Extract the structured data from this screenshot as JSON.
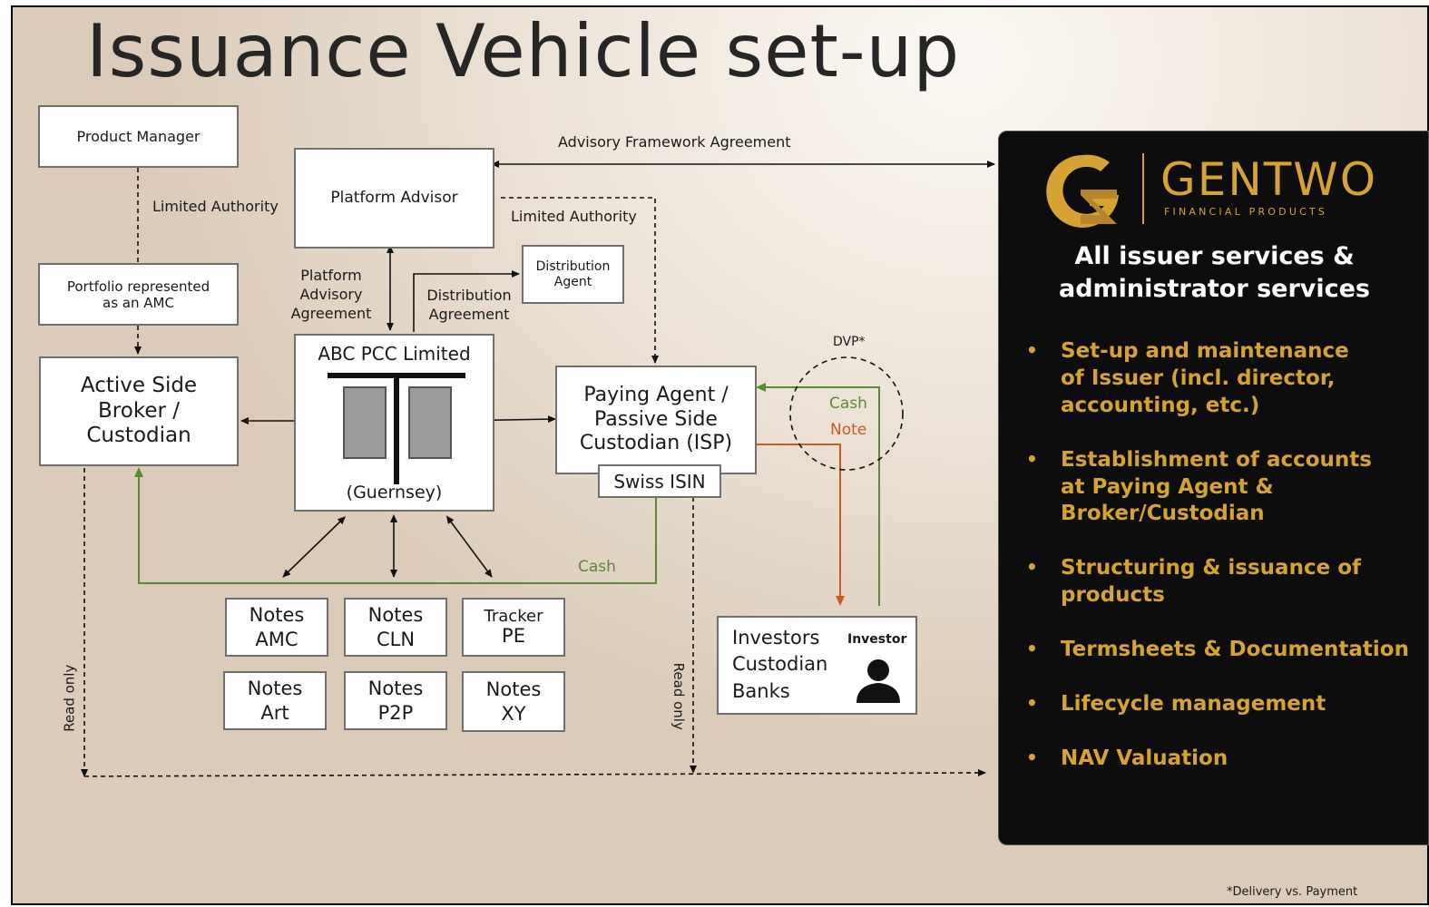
{
  "title": "Issuance Vehicle set-up",
  "nodes": {
    "product_manager": "Product Manager",
    "portfolio": [
      "Portfolio represented",
      "as an AMC"
    ],
    "active_side": [
      "Active Side",
      "Broker /",
      "Custodian"
    ],
    "platform_advisor": "Platform Advisor",
    "distribution_agent": [
      "Distribution",
      "Agent"
    ],
    "abc_pcc": "ABC PCC Limited",
    "guernsey": "(Guernsey)",
    "paying_agent": [
      "Paying Agent /",
      "Passive Side",
      "Custodian (ISP)"
    ],
    "swiss_isin": "Swiss ISIN",
    "notes_amc": [
      "Notes",
      "AMC"
    ],
    "notes_cln": [
      "Notes",
      "CLN"
    ],
    "tracker_pe": [
      "Tracker",
      "PE"
    ],
    "notes_art": [
      "Notes",
      "Art"
    ],
    "notes_p2p": [
      "Notes",
      "P2P"
    ],
    "notes_xy": [
      "Notes",
      "XY"
    ],
    "investors": [
      "Investors",
      "Custodian",
      "Banks"
    ],
    "investor_label": "Investor"
  },
  "edge_labels": {
    "advisory_framework": "Advisory Framework Agreement",
    "limited_authority_left": "Limited Authority",
    "limited_authority_right": "Limited Authority",
    "platform_advisory": [
      "Platform",
      "Advisory",
      "Agreement"
    ],
    "distribution_agreement": [
      "Distribution",
      "Agreement"
    ],
    "dvp": "DVP*",
    "cash_right": "Cash",
    "note_right": "Note",
    "cash_bottom": "Cash",
    "read_only_left": "Read only",
    "read_only_right": "Read only"
  },
  "panel": {
    "brand_name": "GENTWO",
    "brand_sub": "FINANCIAL PRODUCTS",
    "heading": [
      "All issuer services &",
      "administrator services"
    ],
    "services": [
      [
        "Set-up and maintenance",
        "of Issuer (incl. director,",
        "accounting, etc.)"
      ],
      [
        "Establishment of accounts",
        "at Paying Agent &",
        "Broker/Custodian"
      ],
      [
        "Structuring & issuance of",
        "products"
      ],
      [
        "Termsheets & Documentation"
      ],
      [
        "Lifecycle management"
      ],
      [
        "NAV Valuation"
      ]
    ]
  },
  "footnote": "*Delivery vs. Payment",
  "colors": {
    "cash": "#5b8a32",
    "note": "#c85a1e",
    "gold": "#d6a333",
    "panel": "#0d0d0d"
  }
}
